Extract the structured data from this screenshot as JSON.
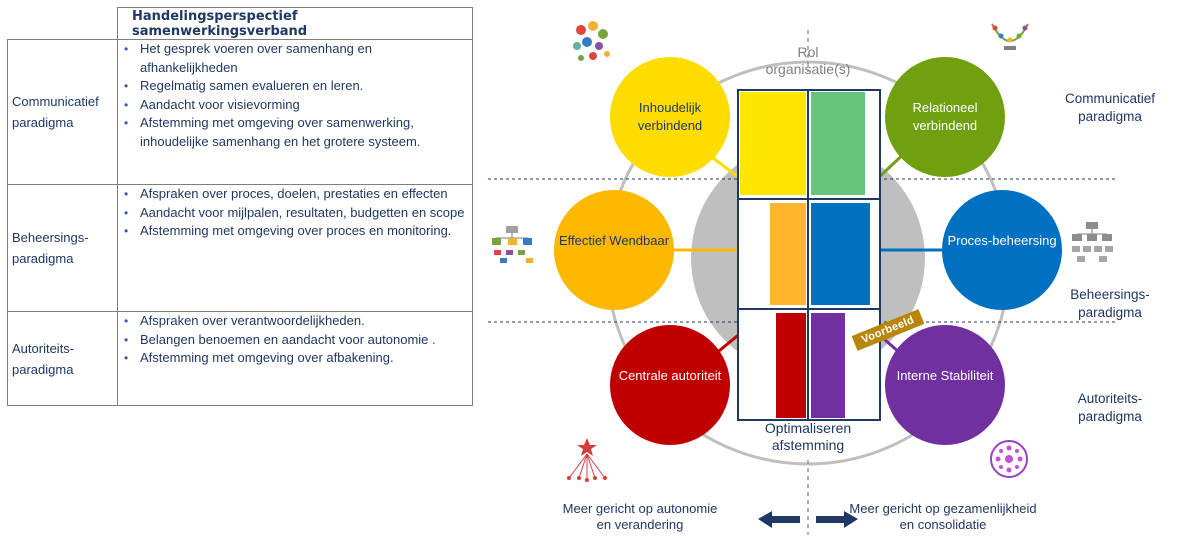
{
  "table": {
    "header": "Handelingsperspectief samenwerkingsverband",
    "rows": [
      {
        "label": "Communicatief paradigma",
        "items": [
          "Het gesprek voeren over samenhang en afhankelijkheden",
          "Regelmatig samen evalueren en leren.",
          "Aandacht voor visievorming",
          "Afstemming met omgeving over samenwerking, inhoudelijke samenhang en het grotere systeem."
        ]
      },
      {
        "label": "Beheersings-paradigma",
        "items": [
          "Afspraken over proces, doelen, prestaties en effecten",
          "Aandacht voor mijlpalen, resultaten, budgetten en scope",
          "Afstemming met omgeving over proces en monitoring."
        ]
      },
      {
        "label": "Autoriteits-paradigma",
        "items": [
          "Afspraken over verantwoordelijkheden.",
          "Belangen benoemen en aandacht voor autonomie .",
          "Afstemming met omgeving over afbakening."
        ]
      }
    ]
  },
  "diagram": {
    "top_center": "Rol organisatie(s)",
    "bottom_center": "Optimaliseren afstemming",
    "badge": "Voorbeeld",
    "circles": {
      "inhoudelijk": {
        "label": "Inhoudelijk verbindend",
        "color": "#ffdc00"
      },
      "relationeel": {
        "label": "Relationeel verbindend",
        "color": "#70a00f"
      },
      "effectief": {
        "label": "Effectief Wendbaar",
        "color": "#ffb800"
      },
      "proces": {
        "label": "Proces-beheersing",
        "color": "#0070c0"
      },
      "centrale": {
        "label": "Centrale autoriteit",
        "color": "#c00000"
      },
      "interne": {
        "label": "Interne Stabiliteit",
        "color": "#7030a0"
      }
    },
    "side_labels": {
      "communicatief": "Communicatief paradigma",
      "beheersings": "Beheersings-paradigma",
      "autoriteits": "Autoriteits-paradigma"
    },
    "bottom_left": "Meer gericht op autonomie en verandering",
    "bottom_right": "Meer gericht op gezamenlijkheid en consolidatie",
    "colors": {
      "navy": "#1f3864",
      "grey": "#bfbfbf",
      "bar_yellow": "#ffe600",
      "bar_green": "#66c47d",
      "bar_orange": "#ffb52e",
      "bar_blue": "#0070c0",
      "bar_red": "#c00000",
      "bar_purple": "#7030a0"
    }
  }
}
